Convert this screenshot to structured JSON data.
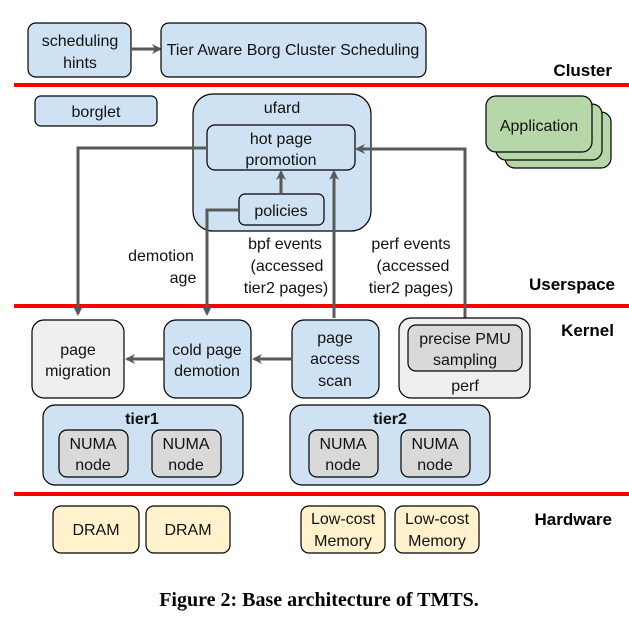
{
  "colors": {
    "blue_fill": "#cfe2f3",
    "gray_fill": "#efefef",
    "node_fill": "#d9d9d9",
    "green_fill": "#b6d7a8",
    "yellow_fill": "#fff2cc",
    "divider": "#ff0000",
    "arrow": "#595959",
    "stroke": "#000000"
  },
  "layers": {
    "cluster": "Cluster",
    "userspace": "Userspace",
    "kernel": "Kernel",
    "hardware": "Hardware"
  },
  "cluster": {
    "hints": [
      "scheduling",
      "hints"
    ],
    "scheduler": "Tier Aware Borg Cluster Scheduling"
  },
  "userspace": {
    "borglet": "borglet",
    "ufard": "ufard",
    "hot_page": [
      "hot page",
      "promotion"
    ],
    "policies": "policies",
    "application": "Application",
    "demotion_age": [
      "demotion",
      "age"
    ],
    "bpf_events": [
      "bpf events",
      "(accessed",
      "tier2 pages)"
    ],
    "perf_events": [
      "perf events",
      "(accessed",
      "tier2 pages)"
    ]
  },
  "kernel": {
    "page_migration": [
      "page",
      "migration"
    ],
    "cold_page": [
      "cold page",
      "demotion"
    ],
    "page_access": [
      "page",
      "access",
      "scan"
    ],
    "pmu": [
      "precise PMU",
      "sampling"
    ],
    "perf": "perf",
    "tier1": "tier1",
    "tier2": "tier2",
    "numa": [
      "NUMA",
      "node"
    ]
  },
  "hardware": {
    "dram": "DRAM",
    "lowcost": [
      "Low-cost",
      "Memory"
    ]
  },
  "caption": "Figure 2: Base architecture of TMTS."
}
